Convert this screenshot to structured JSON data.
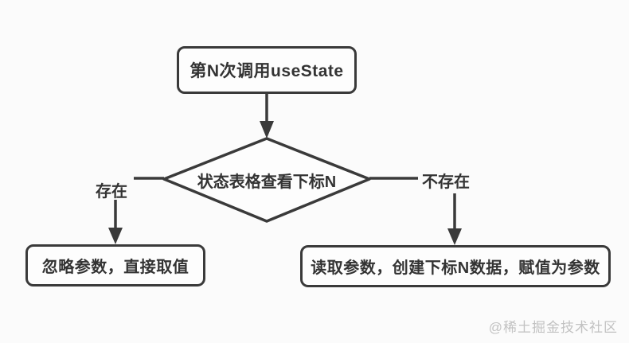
{
  "colors": {
    "canvas": "#fbfbfb",
    "node_fill": "#fdfdfd",
    "line": "#3a3a3a",
    "text": "#333333",
    "watermark": "#c2c2c2"
  },
  "flowchart": {
    "start_node": {
      "label": "第N次调用useState"
    },
    "decision_node": {
      "label": "状态表格查看下标N"
    },
    "left_branch": {
      "condition_label": "存在",
      "node_label": "忽略参数，直接取值"
    },
    "right_branch": {
      "condition_label": "不存在",
      "node_label": "读取参数，创建下标N数据，赋值为参数"
    }
  },
  "watermark": "@稀土掘金技术社区"
}
